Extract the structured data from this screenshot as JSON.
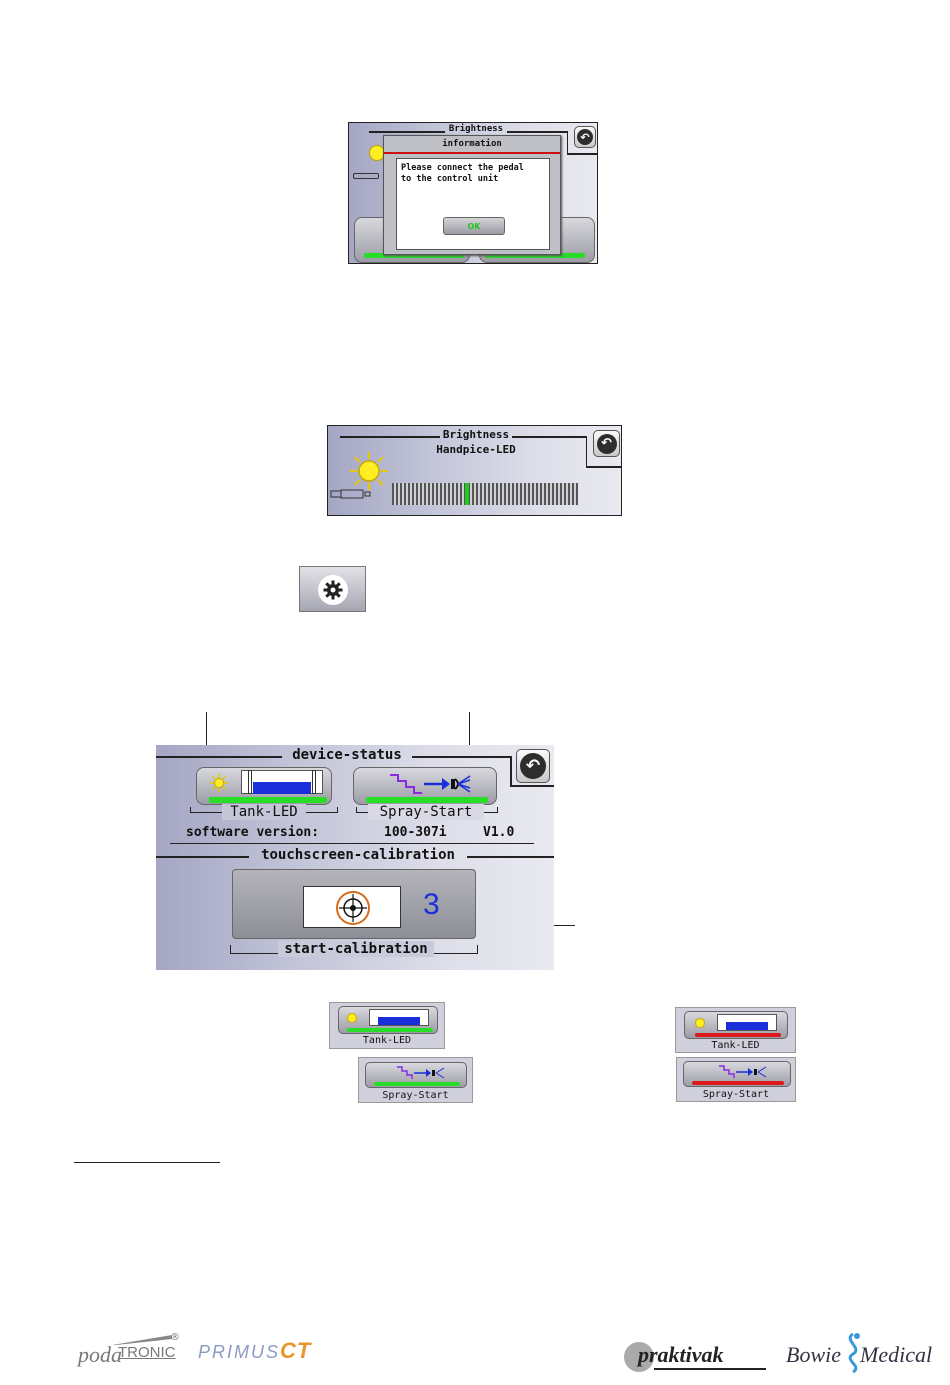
{
  "screen1": {
    "header": "Brightness",
    "dialog_title": "information",
    "message_line1": "Please connect the pedal",
    "message_line2": "to the control unit",
    "ok_label": "OK",
    "accent_color": "#cc1111"
  },
  "screen2": {
    "header": "Brightness",
    "subtitle": "Handpice-LED",
    "slider_level": 0.4
  },
  "settings_button": {
    "icon": "gear-icon"
  },
  "screen3": {
    "device_status_label": "device-status",
    "tank_led_label": "Tank-LED",
    "spray_start_label": "Spray-Start",
    "software_version_label": "software version:",
    "software_number": "100-307i",
    "software_release": "V1.0",
    "touchscreen_label": "touchscreen-calibration",
    "calibration_count": "3",
    "start_calibration_label": "start-calibration"
  },
  "states": {
    "tank_led_ok": "Tank-LED",
    "tank_led_error": "Tank-LED",
    "spray_start_ok": "Spray-Start",
    "spray_start_error": "Spray-Start",
    "ok_color": "#27dd27",
    "error_color": "#dd1a1a"
  },
  "footer": {
    "brand1_part1": "poda",
    "brand1_part2": "TRONIC",
    "brand1_mark": "®",
    "brand2_part1": "PRIMUS",
    "brand2_part2": "CT",
    "brand3": "praktivak",
    "brand4_part1": "Bowie",
    "brand4_part2": "Medical"
  }
}
